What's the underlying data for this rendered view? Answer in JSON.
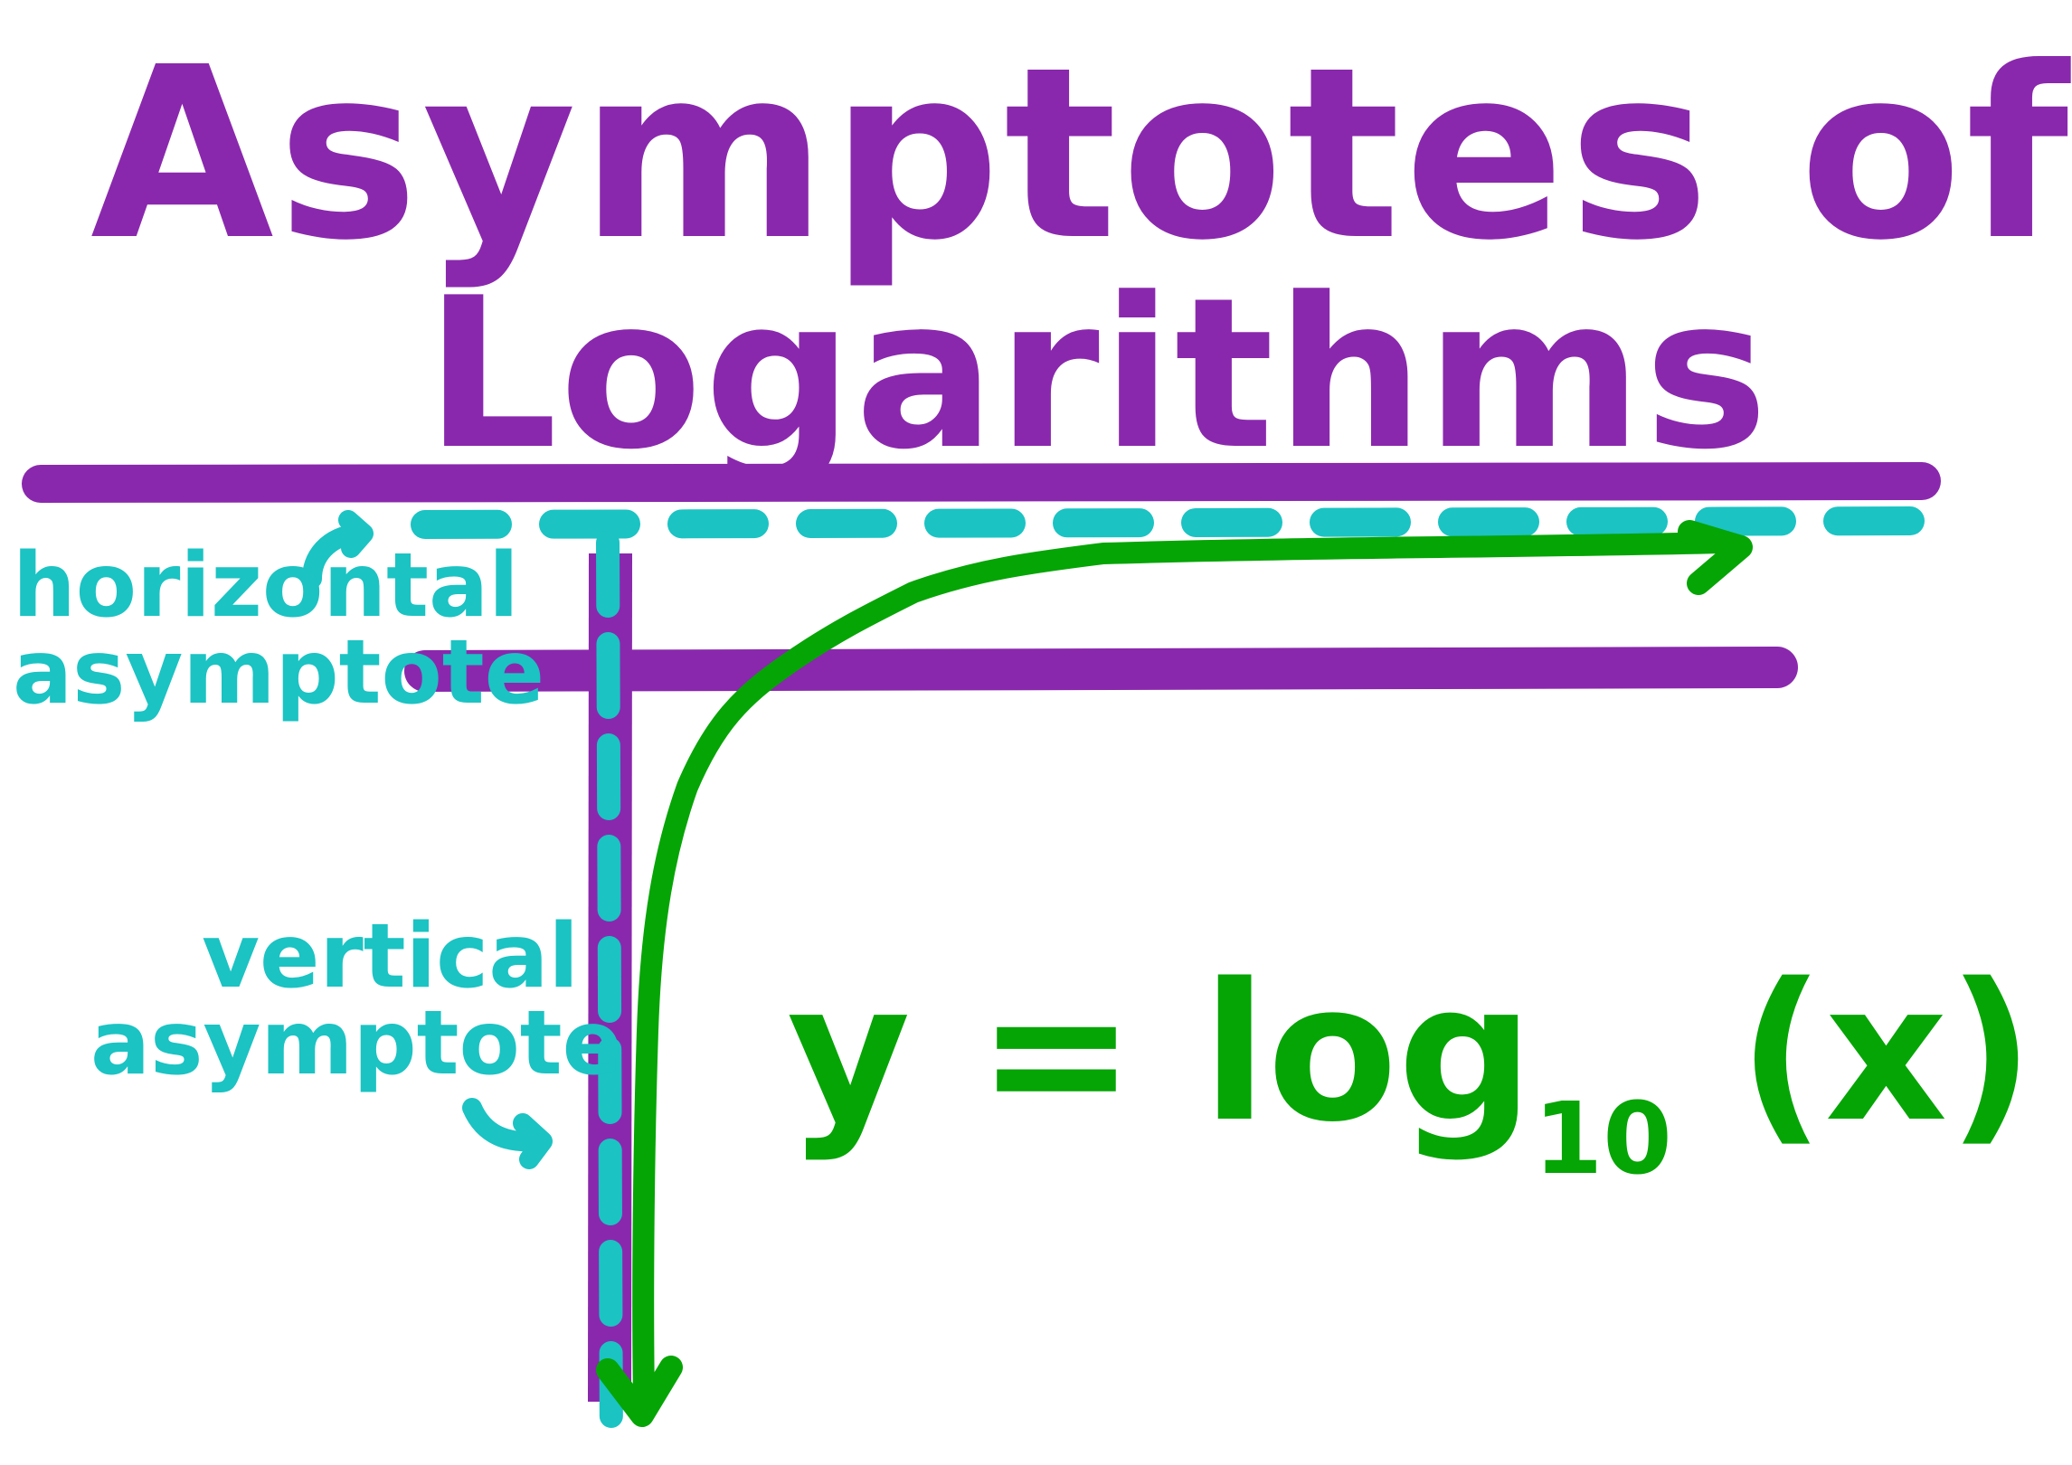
{
  "title": {
    "line1": "Asymptotes of",
    "line2": "Logarithms"
  },
  "labels": {
    "horizontal_asymptote": "horizontal asymptote",
    "horizontal_line1": "horizontal",
    "horizontal_line2": "asymptote",
    "vertical_asymptote": "vertical asymptote",
    "vertical_line1": "vertical",
    "vertical_line2": "asymptote"
  },
  "equation": {
    "lhs": "y",
    "equals": "=",
    "func": "log",
    "base": "10",
    "arg": "(x)"
  },
  "colors": {
    "title": "#8A28AD",
    "axes": "#8A28AD",
    "asymptote": "#1BC3C3",
    "curve": "#05A505",
    "background": "#FFFFFF"
  },
  "chart_data": {
    "type": "line",
    "title": "Asymptotes of Logarithms",
    "function": "y = log10(x)",
    "annotations": [
      "horizontal asymptote",
      "vertical asymptote"
    ],
    "series": [
      {
        "name": "y = log10(x)",
        "description": "hand-drawn increasing curve rising steeply from near the vertical asymptote and leveling toward the dashed horizontal line, arrows at both ends"
      }
    ],
    "asymptotes": {
      "vertical": "dashed cyan line along the vertical axis",
      "horizontal": "dashed cyan line near the top of the curve"
    },
    "grid": false,
    "legend": "none"
  }
}
